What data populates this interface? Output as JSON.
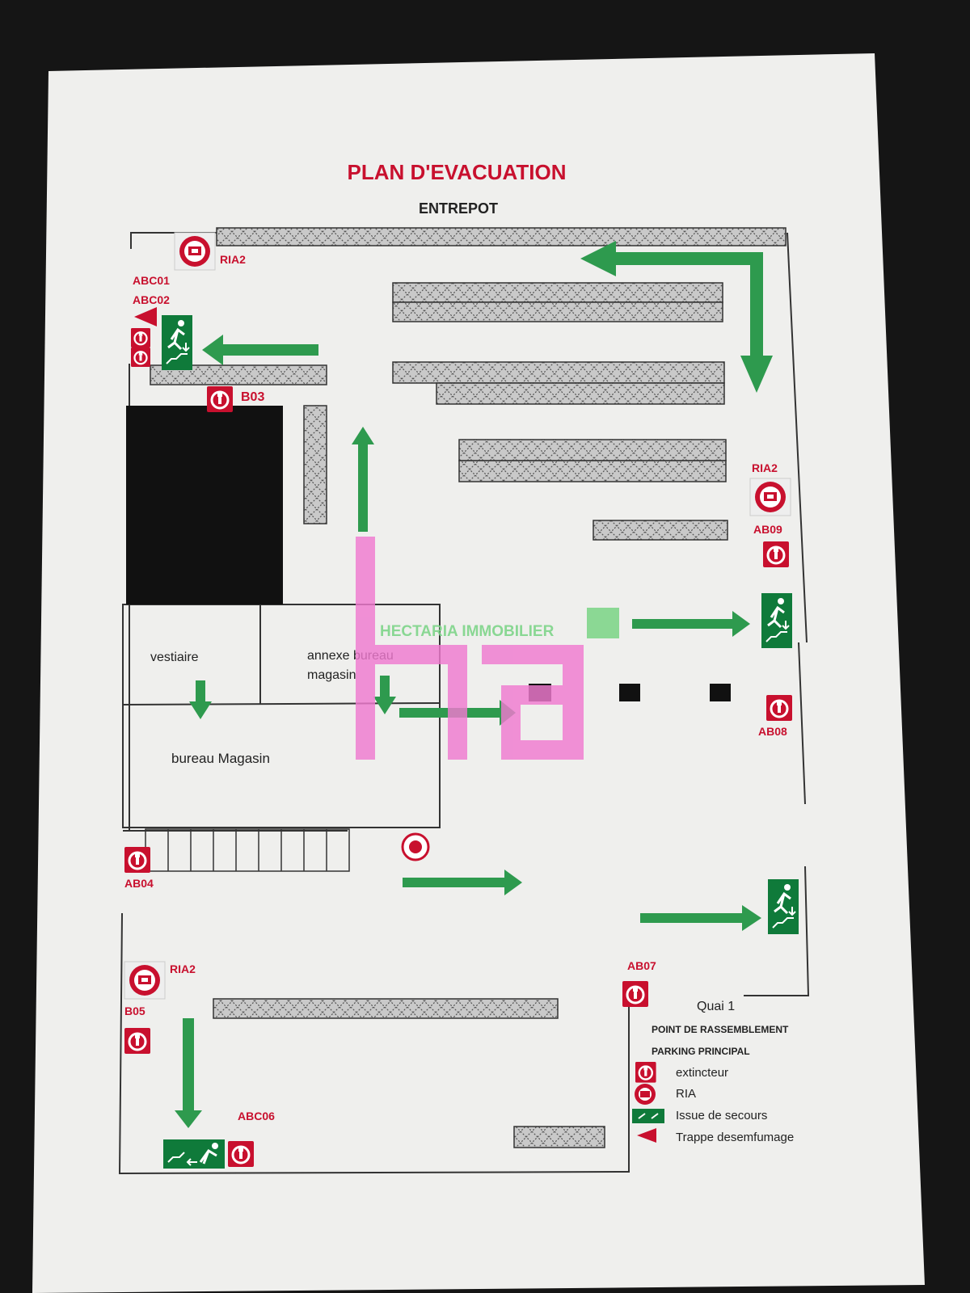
{
  "plan": {
    "title": "PLAN D'EVACUATION",
    "subtitle": "ENTREPOT"
  },
  "rooms": {
    "vestiaire": "vestiaire",
    "annexe_line1": "annexe bureau",
    "annexe_line2": "magasin",
    "bureau": "bureau Magasin"
  },
  "labels": {
    "ria_top": "RIA2",
    "abc01": "ABC01",
    "abc02": "ABC02",
    "b03": "B03",
    "ria_right": "RIA2",
    "ab09": "AB09",
    "ab08": "AB08",
    "ab04": "AB04",
    "ria_bottom": "RIA2",
    "b05": "B05",
    "abc06": "ABC06",
    "ab07": "AB07",
    "quai": "Quai 1"
  },
  "assembly": {
    "line1": "POINT DE RASSEMBLEMENT",
    "line2": "PARKING PRINCIPAL"
  },
  "legend": {
    "extincteur": "extincteur",
    "ria": "RIA",
    "issue": "Issue de secours",
    "trappe": "Trappe desemfumage"
  },
  "watermark": {
    "text": "HECTARIA IMMOBILIER",
    "logo": "ha"
  },
  "colors": {
    "title_red": "#c8102e",
    "safety_red": "#c8102e",
    "exit_green": "#0f7a3a",
    "arrow_green": "#2e9a4e",
    "watermark_pink": "#f07ad0",
    "watermark_green": "#7fd58a",
    "rack_fill": "#bdbdbd"
  },
  "icons": {
    "extinguisher": "fire-extinguisher-icon",
    "ria": "fire-hose-reel-icon",
    "exit": "emergency-exit-icon",
    "smoke_hatch": "smoke-hatch-triangle-icon"
  }
}
